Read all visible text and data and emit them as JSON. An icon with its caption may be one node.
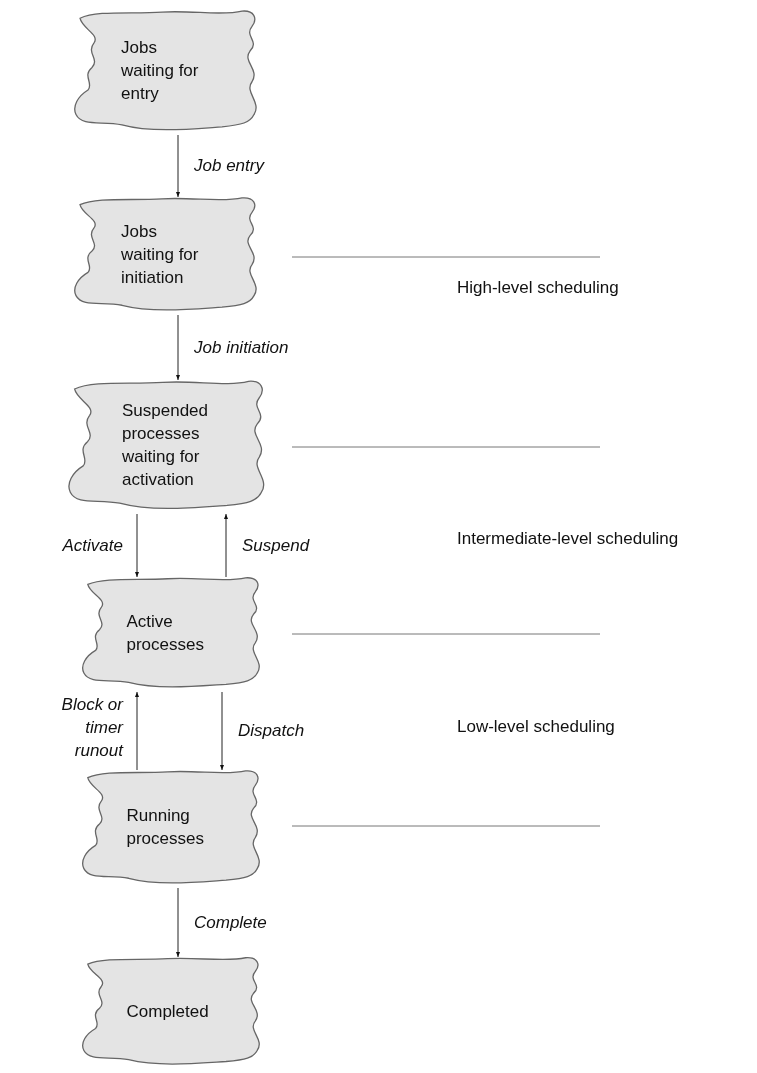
{
  "diagram": {
    "nodes": [
      {
        "text": [
          "Jobs waiting for entry"
        ]
      },
      {
        "text": [
          "Jobs waiting for initiation"
        ]
      },
      {
        "text": [
          "Suspended processes waiting for activation"
        ]
      },
      {
        "text": [
          "Active processes"
        ]
      },
      {
        "text": [
          "Running processes"
        ]
      },
      {
        "text": [
          "Completed"
        ]
      }
    ],
    "edges": [
      {
        "from": 0,
        "to": 1,
        "arrow": "to",
        "label": "Job entry"
      },
      {
        "from": 1,
        "to": 2,
        "arrow": "to",
        "label": "Job initiation"
      },
      {
        "from": 2,
        "to": 3,
        "arrow": "to",
        "label": "Activate"
      },
      {
        "from": 3,
        "to": 2,
        "arrow": "to",
        "label": "Suspend"
      },
      {
        "from": 4,
        "to": 3,
        "arrow": "to",
        "label": "Block or timer runout"
      },
      {
        "from": 3,
        "to": 4,
        "arrow": "to",
        "label": "Dispatch"
      },
      {
        "from": 4,
        "to": 5,
        "arrow": "to",
        "label": "Complete"
      }
    ],
    "labels": [
      "High-level scheduling",
      "Intermediate-level scheduling",
      "Low-level scheduling"
    ]
  }
}
